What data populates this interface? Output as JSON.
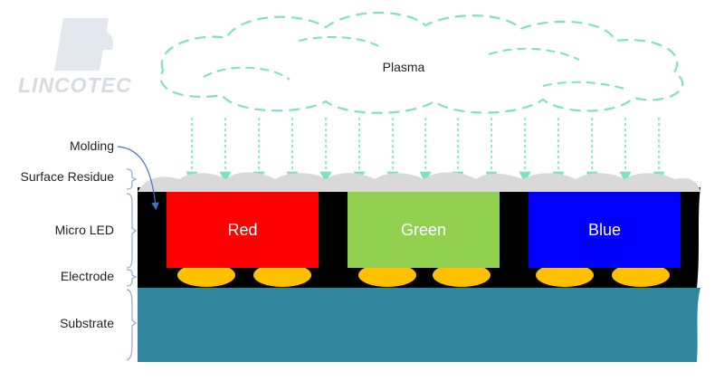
{
  "logo": {
    "text": "LINCOTEC"
  },
  "plasma": {
    "label": "Plasma"
  },
  "layers": {
    "molding": "Molding",
    "surface_residue": "Surface Residue",
    "micro_led": "Micro LED",
    "electrode": "Electrode",
    "substrate": "Substrate"
  },
  "leds": [
    {
      "label": "Red",
      "color": "#ff0000"
    },
    {
      "label": "Green",
      "color": "#92d050"
    },
    {
      "label": "Blue",
      "color": "#0000ff"
    }
  ],
  "colors": {
    "plasma_dash": "#7fe3b7",
    "residue": "#d9d9d9",
    "molding": "#000000",
    "electrode": "#ffc000",
    "substrate": "#31859c",
    "bracket": "#8eaadb"
  }
}
